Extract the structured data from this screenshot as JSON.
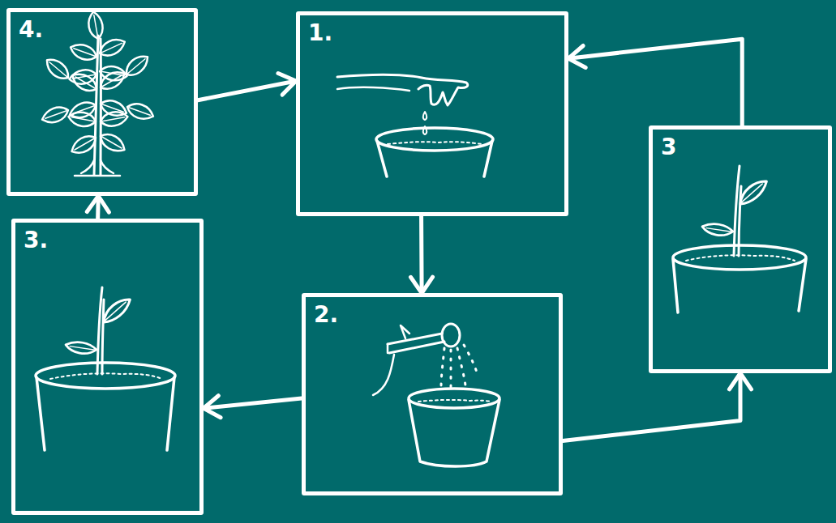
{
  "diagram": {
    "nodes": [
      {
        "text": [
          "4."
        ]
      },
      {
        "text": [
          "1."
        ]
      },
      {
        "text": [
          "3"
        ]
      },
      {
        "text": [
          "3."
        ]
      },
      {
        "text": [
          "2."
        ]
      }
    ],
    "edges": [
      {
        "from": 0,
        "to": 1,
        "arrow": "to"
      },
      {
        "from": 1,
        "to": 4,
        "arrow": "to"
      },
      {
        "from": 4,
        "to": 3,
        "arrow": "to"
      },
      {
        "from": 4,
        "to": 2,
        "arrow": "to"
      },
      {
        "from": 2,
        "to": 1,
        "arrow": "to"
      },
      {
        "from": 3,
        "to": 0,
        "arrow": "to"
      }
    ]
  }
}
